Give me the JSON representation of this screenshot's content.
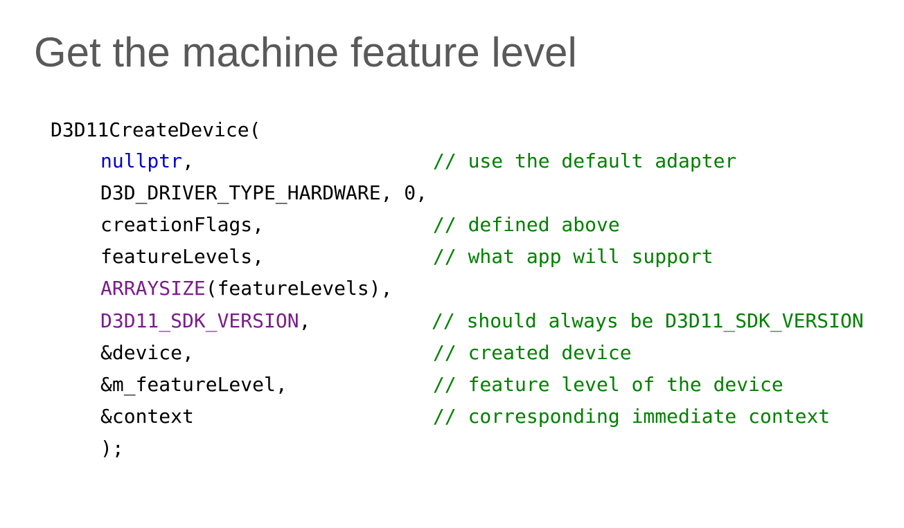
{
  "slide": {
    "title": "Get the machine feature level"
  },
  "colors": {
    "title": "#595959",
    "code": "#000000",
    "keyword": "#0000cc",
    "macro": "#7b1c8c",
    "comment": "#008000"
  },
  "code": {
    "call_open": "D3D11CreateDevice(",
    "arg_nullptr": "nullptr",
    "arg_nullptr_sep": ",",
    "comment_nullptr": "// use the default adapter",
    "arg_driver": "D3D_DRIVER_TYPE_HARDWARE, 0,",
    "arg_flags": "creationFlags,",
    "comment_flags": "// defined above",
    "arg_levels": "featureLevels,",
    "comment_levels": "// what app will support",
    "arg_arraysize_macro": "ARRAYSIZE",
    "arg_arraysize_rest": "(featureLevels),",
    "arg_sdk_macro": "D3D11_SDK_VERSION",
    "arg_sdk_sep": ",",
    "comment_sdk": "// should always be D3D11_SDK_VERSION",
    "arg_device": "&device,",
    "comment_device": "// created device",
    "arg_feature_level": "&m_featureLevel,",
    "comment_feature_level": "// feature level of the device",
    "arg_context": "&context",
    "comment_context": "// corresponding immediate context",
    "call_close": ");"
  }
}
